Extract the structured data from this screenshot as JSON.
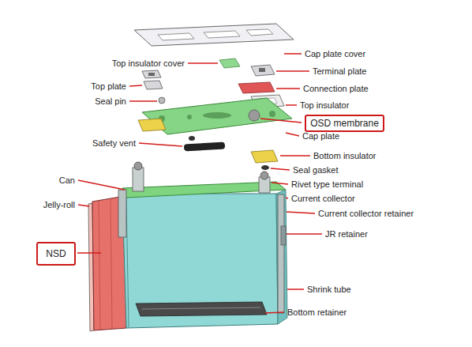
{
  "diagram": {
    "nodes": [
      {
        "text": [
          "OSD membrane"
        ]
      },
      {
        "text": [
          "NSD"
        ]
      }
    ],
    "labels": [
      "Cap plate cover",
      "Top insulator cover",
      "Terminal plate",
      "Top plate",
      "Connection plate",
      "Seal pin",
      "Top insulator",
      "Cap plate",
      "Safety vent",
      "Bottom insulator",
      "Seal gasket",
      "Can",
      "Rivet type terminal",
      "Jelly-roll",
      "Current collector",
      "Current collector retainer",
      "JR retainer",
      "Shrink tube",
      "Bottom retainer"
    ]
  }
}
